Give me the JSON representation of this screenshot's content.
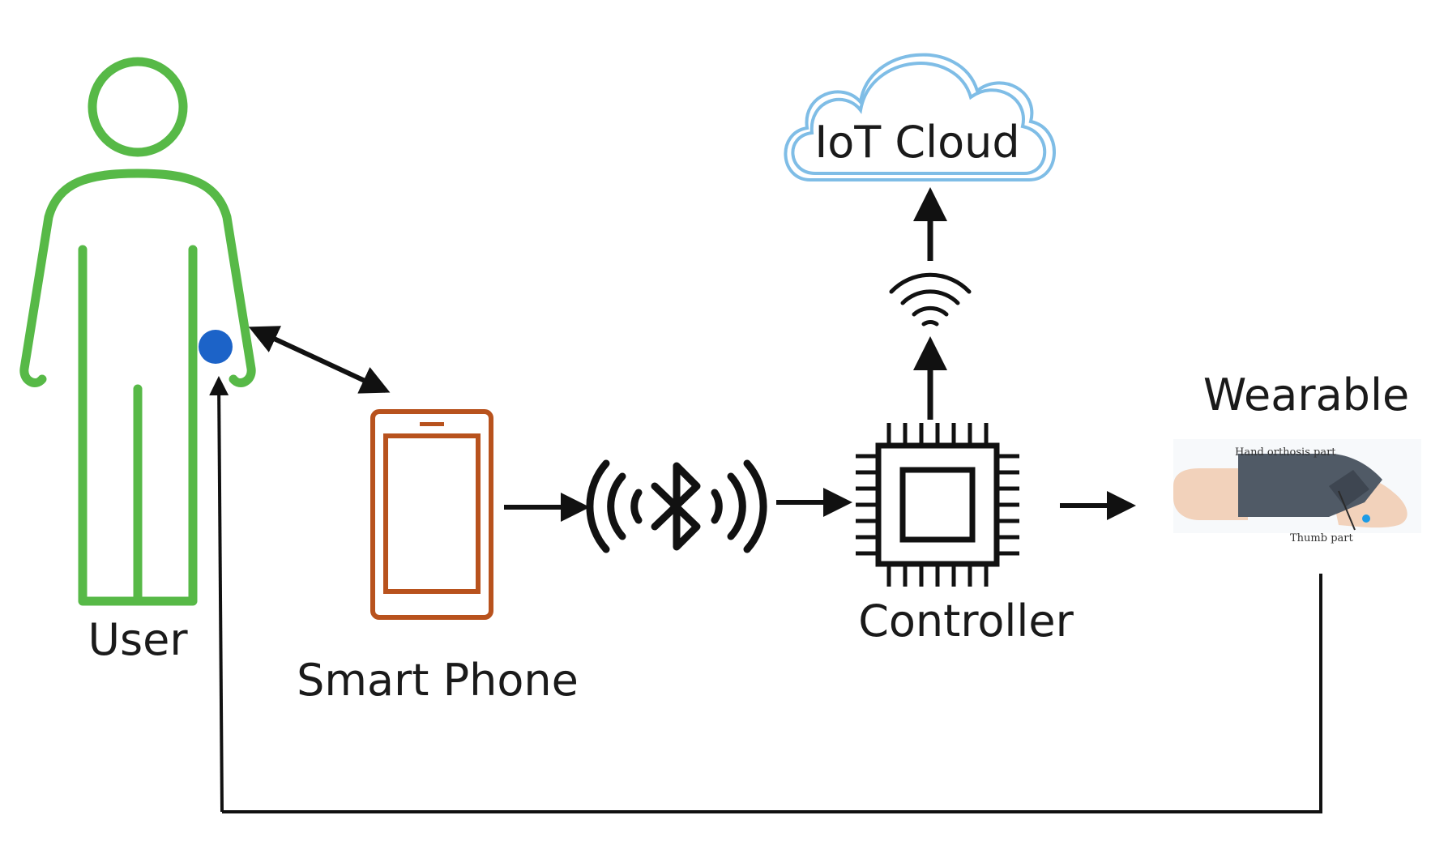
{
  "labels": {
    "user": "User",
    "smart_phone": "Smart Phone",
    "controller": "Controller",
    "iot_cloud": "IoT Cloud",
    "wearable": "Wearable"
  },
  "wearable_photo_captions": {
    "hand_orthosis": "Hand orthosis part",
    "thumb": "Thumb part"
  },
  "colors": {
    "user_figure": "#57b947",
    "sensor_dot": "#1c63c8",
    "phone": "#b8521d",
    "cloud": "#7fbde6",
    "arrows": "#111111"
  },
  "icons": [
    "user-figure-icon",
    "smartphone-icon",
    "bluetooth-icon",
    "chip-icon",
    "wifi-icon",
    "cloud-icon"
  ]
}
